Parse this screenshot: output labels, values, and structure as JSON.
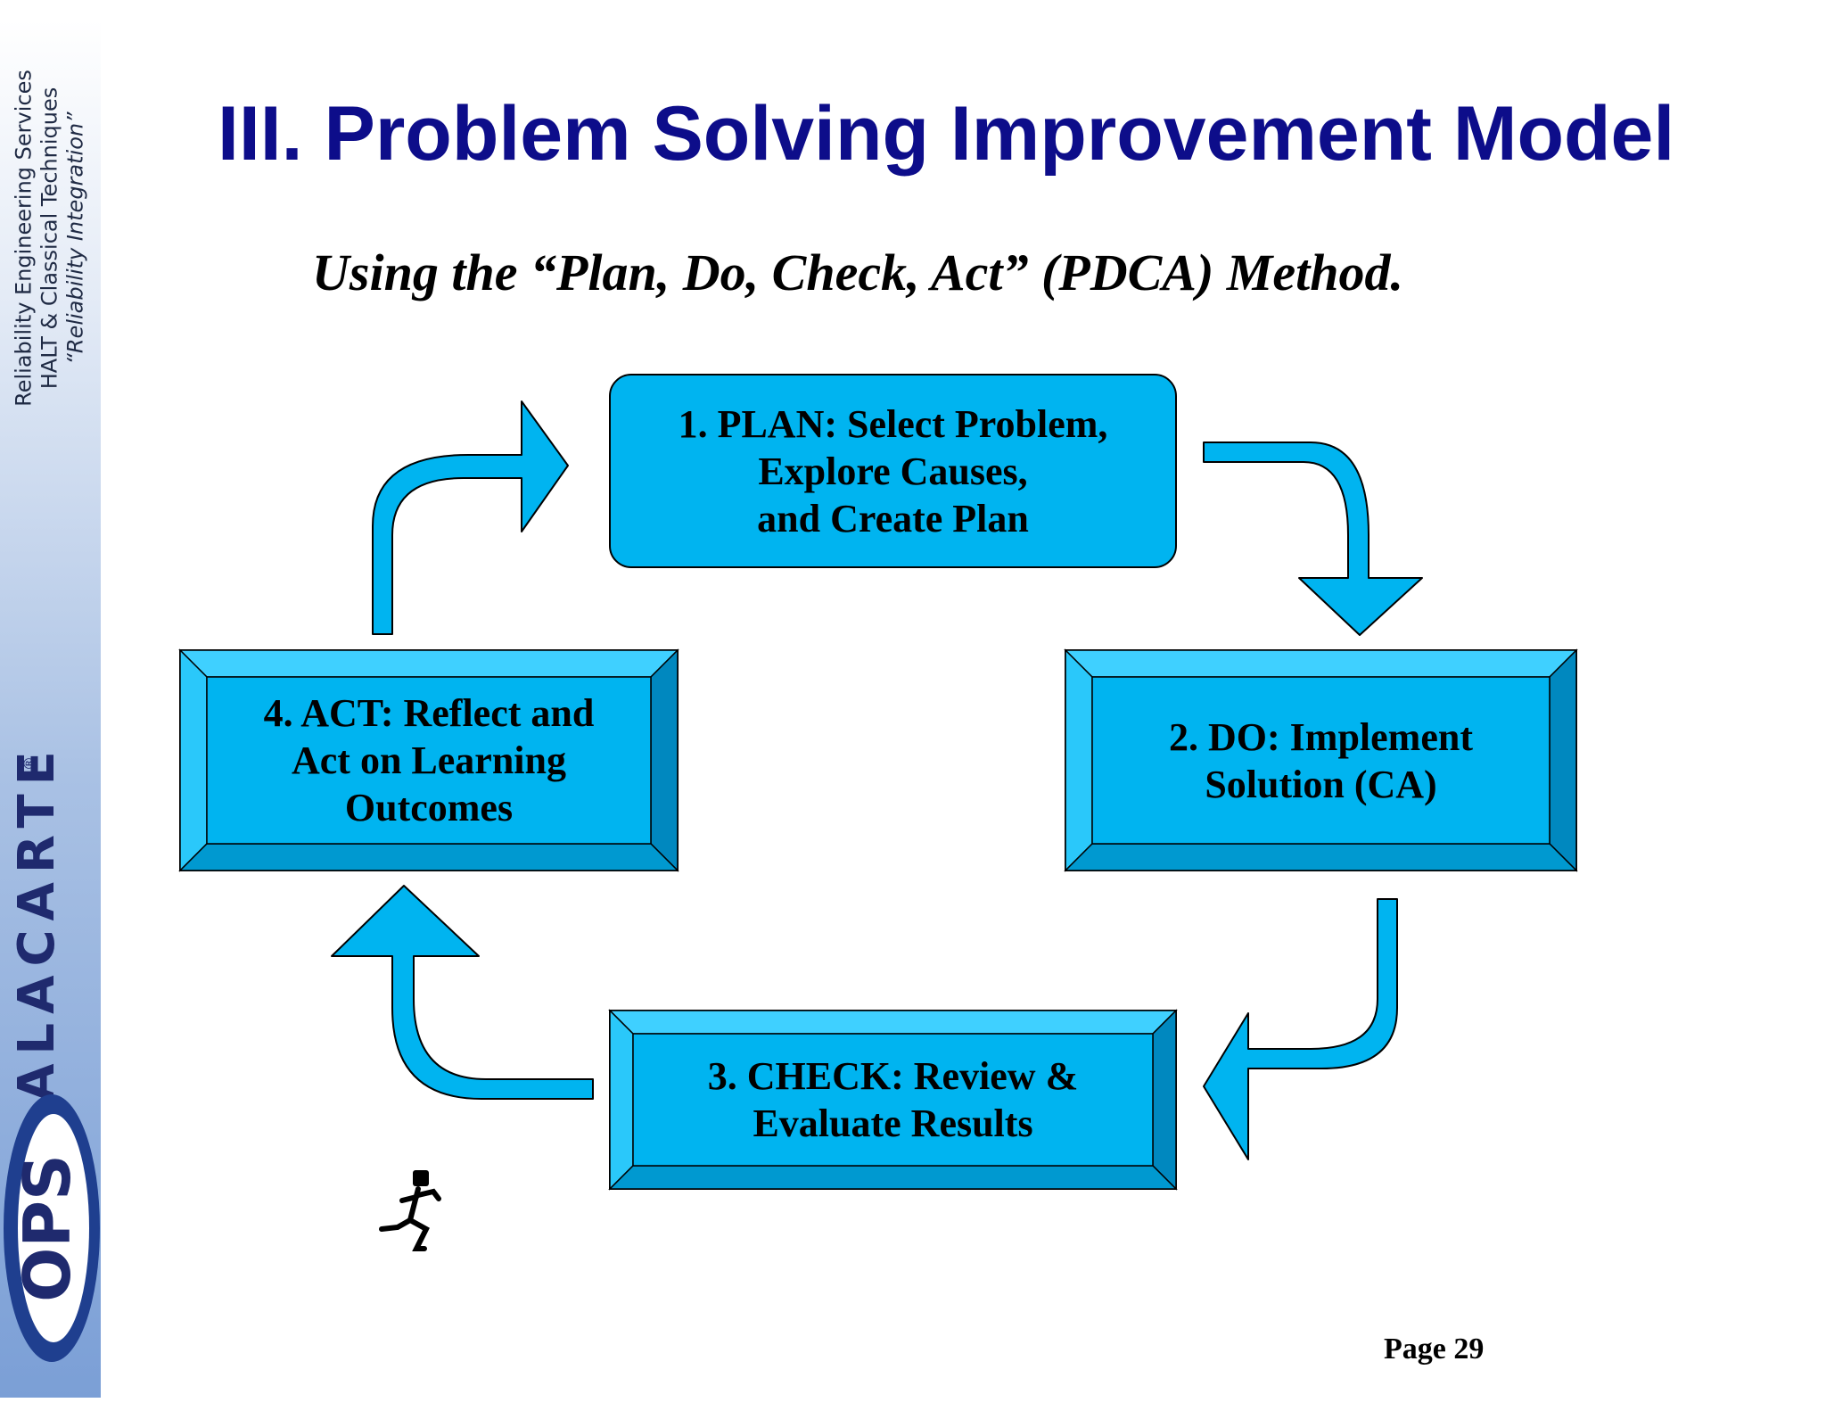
{
  "sidebar": {
    "line1": "Reliability Engineering Services",
    "line2": "HALT & Classical Techniques",
    "line3": "“Reliability Integration”",
    "brand_word": "ALACARTE",
    "brand_mark": "OPS",
    "registered": "®"
  },
  "title": "III.  Problem Solving Improvement Model",
  "subtitle": "Using the “Plan, Do, Check, Act” (PDCA) Method.",
  "steps": [
    {
      "lines": [
        "1. PLAN:  Select Problem,",
        "Explore Causes,",
        "and Create Plan"
      ]
    },
    {
      "lines": [
        "2. DO:  Implement",
        "Solution (CA)"
      ]
    },
    {
      "lines": [
        "3.  CHECK:  Review &",
        "Evaluate Results"
      ]
    },
    {
      "lines": [
        "4.  ACT:  Reflect and",
        "Act on Learning",
        "Outcomes"
      ]
    }
  ],
  "page_label": "Page 29",
  "colors": {
    "title": "#0d0d8a",
    "box_fill": "#00b4f0",
    "box_bevel_light": "#3fd0ff",
    "box_bevel_dark": "#0088bf",
    "arrow_fill": "#00b4f0",
    "outline": "#000000",
    "brand": "#1f2a6e"
  },
  "icons": {
    "running_figure": "running-man-icon"
  }
}
